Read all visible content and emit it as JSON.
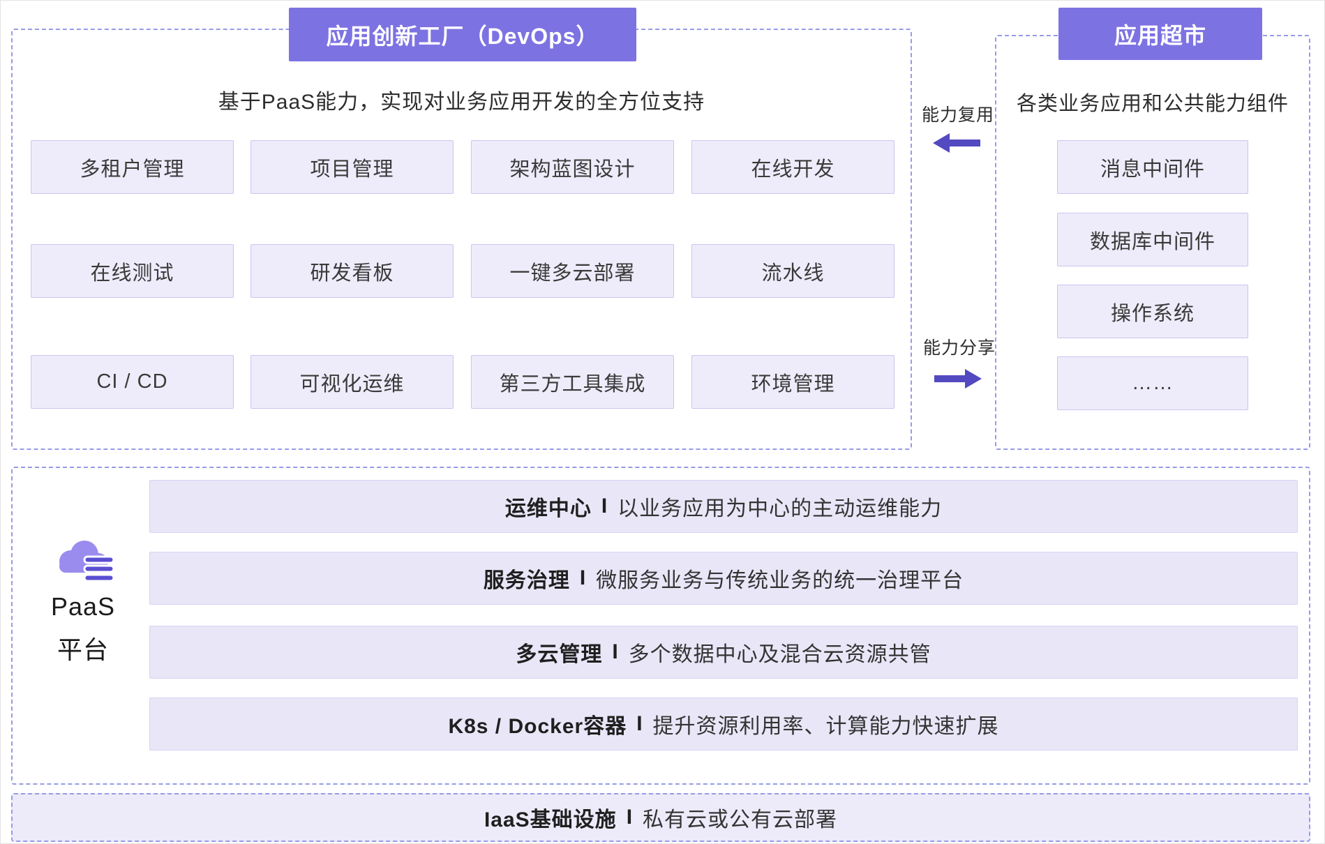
{
  "devops": {
    "title": "应用创新工厂（DevOps）",
    "subtitle": "基于PaaS能力，实现对业务应用开发的全方位支持",
    "cells": [
      "多租户管理",
      "项目管理",
      "架构蓝图设计",
      "在线开发",
      "在线测试",
      "研发看板",
      "一键多云部署",
      "流水线",
      "CI / CD",
      "可视化运维",
      "第三方工具集成",
      "环境管理"
    ]
  },
  "market": {
    "title": "应用超市",
    "subtitle": "各类业务应用和公共能力组件",
    "items": [
      "消息中间件",
      "数据库中间件",
      "操作系统",
      "……"
    ]
  },
  "arrows": {
    "reuse_label": "能力复用",
    "share_label": "能力分享"
  },
  "paas": {
    "label_line1": "PaaS",
    "label_line2": "平台",
    "icon": "cloud-stack-icon",
    "layers": [
      {
        "name": "运维中心",
        "sep": "I",
        "desc": "以业务应用为中心的主动运维能力"
      },
      {
        "name": "服务治理",
        "sep": "I",
        "desc": "微服务业务与传统业务的统一治理平台"
      },
      {
        "name": "多云管理",
        "sep": "I",
        "desc": "多个数据中心及混合云资源共管"
      },
      {
        "name": "K8s / Docker容器",
        "sep": "I",
        "desc": "提升资源利用率、计算能力快速扩展"
      }
    ]
  },
  "iaas": {
    "name": "IaaS基础设施",
    "sep": "I",
    "desc": "私有云或公有云部署"
  },
  "colors": {
    "accent_purple": "#7d72e2",
    "dashed_border": "#979ae8",
    "cell_fill": "#eeecfa",
    "bar_fill": "#e9e6f7",
    "arrow": "#5349c0"
  }
}
